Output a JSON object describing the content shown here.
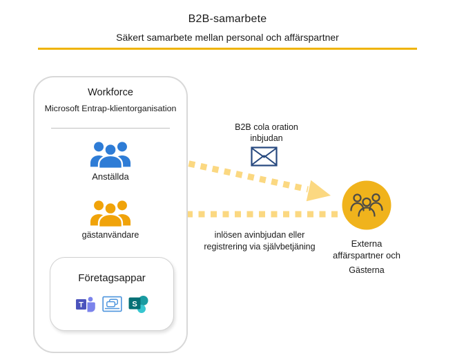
{
  "header": {
    "title": "B2B-samarbete",
    "subtitle": "Säkert samarbete mellan personal och affärspartner"
  },
  "workforce_box": {
    "title": "Workforce",
    "subtitle": "Microsoft Entrap-klientorganisation",
    "employees": {
      "label": "Anställda",
      "icon": "people-group-icon"
    },
    "guests": {
      "label": "gästanvändare",
      "icon": "people-group-icon"
    },
    "apps_box": {
      "title": "Företagsappar",
      "apps": [
        "Microsoft Teams",
        "Apps window",
        "SharePoint"
      ],
      "teams_letter": "T",
      "sharepoint_letter": "S"
    }
  },
  "flow": {
    "invitation": {
      "line1": "B2B cola oration",
      "line2": "inbjudan",
      "icon": "envelope-icon"
    },
    "redemption": {
      "line1": "inlösen avinbjudan eller",
      "line2": "registrering via självbetjäning"
    }
  },
  "external": {
    "line1": "Externa",
    "line2": "affärspartner och",
    "line3": "Gästerna",
    "icon": "people-outline-icon"
  },
  "colors": {
    "rule_gold": "#EFB301",
    "employee_blue": "#2E7CD6",
    "guest_amber": "#F0A30A",
    "circle_amber": "#F0B31C",
    "people_outline": "#4D4B46",
    "arrow_yellow": "#FBD881",
    "envelope_navy": "#26487E",
    "teams_purple": "#4B53BC",
    "teams_light_purple": "#7B83EB",
    "sharepoint_dark_teal": "#067075",
    "sharepoint_mid_teal": "#1A9BA1",
    "sharepoint_light_teal": "#37C6D0",
    "apps_icon_blue": "#4E95DD"
  }
}
